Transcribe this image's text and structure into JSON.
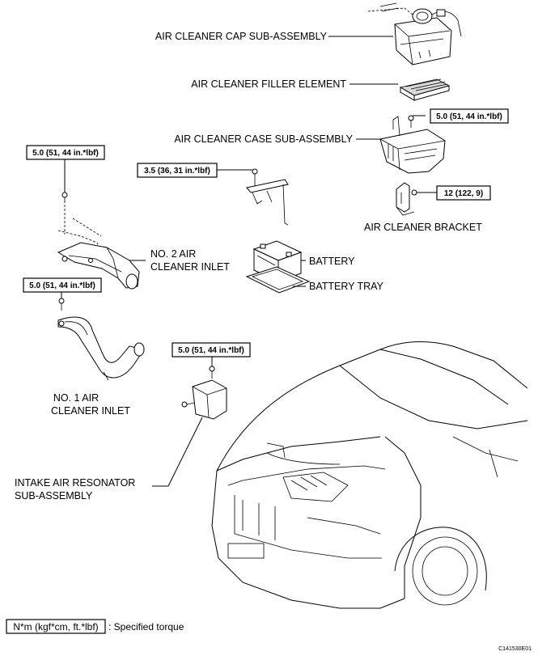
{
  "labels": {
    "cap": "AIR CLEANER CAP SUB-ASSEMBLY",
    "filter": "AIR CLEANER FILLER ELEMENT",
    "case": "AIR CLEANER CASE SUB-ASSEMBLY",
    "bracket": "AIR CLEANER BRACKET",
    "no2_line1": "NO. 2 AIR",
    "no2_line2": "CLEANER INLET",
    "battery": "BATTERY",
    "battery_tray": "BATTERY TRAY",
    "no1_line1": "NO. 1 AIR",
    "no1_line2": "CLEANER INLET",
    "resonator_line1": "INTAKE AIR RESONATOR",
    "resonator_line2": "SUB-ASSEMBLY"
  },
  "torques": {
    "case_bolt": "5.0 (51, 44 in.*lbf)",
    "no2_inlet_bolt": "5.0 (51, 44 in.*lbf)",
    "battery_hold_bolt": "3.5 (36, 31 in.*lbf)",
    "bracket_bolt": "12 (122, 9)",
    "no1_inlet_bolt": "5.0 (51, 44 in.*lbf)",
    "resonator_bolt": "5.0 (51, 44 in.*lbf)"
  },
  "legend": {
    "unit_box": "N*m (kgf*cm, ft.*lbf)",
    "description": ": Specified torque"
  },
  "figure_code": "C141530E01"
}
